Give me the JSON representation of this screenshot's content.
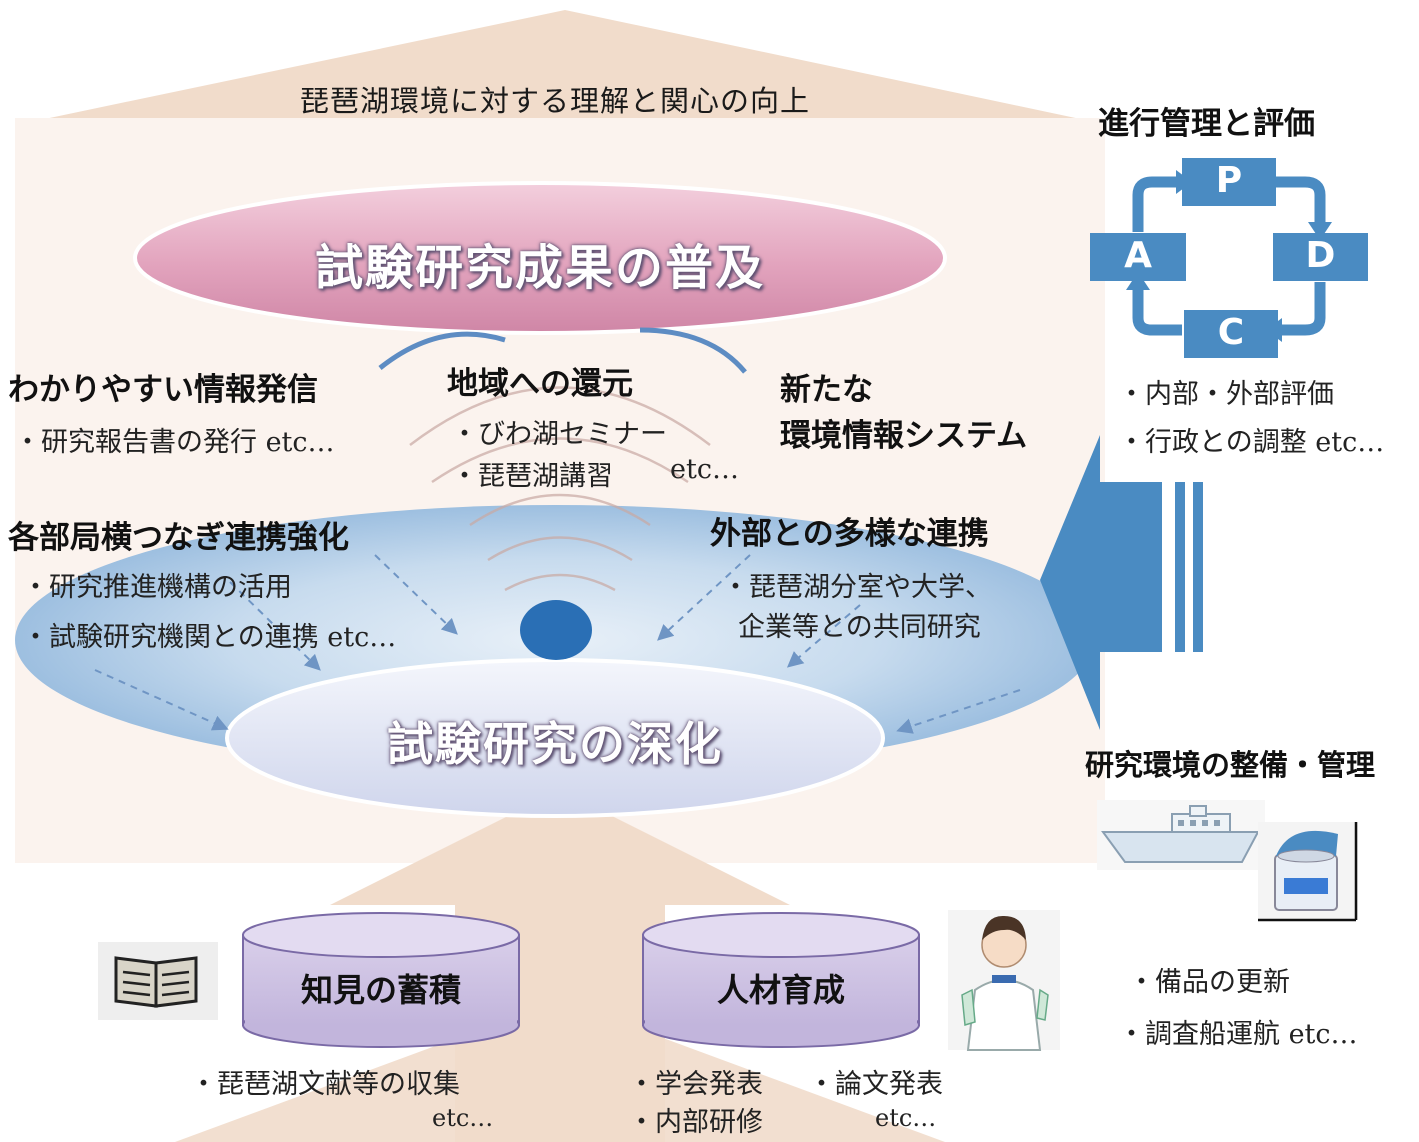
{
  "header": {
    "goal": "琵琶湖環境に対する理解と関心の向上"
  },
  "ovals": {
    "top": "試験研究成果の普及",
    "bottom": "試験研究の深化"
  },
  "sections": {
    "info": {
      "title": "わかりやすい情報発信",
      "items": [
        "・研究報告書の発行 etc…"
      ]
    },
    "region": {
      "title": "地域への還元",
      "items": [
        "・びわ湖セミナー",
        "・琵琶湖講習",
        "etc…"
      ]
    },
    "system": {
      "title_line1": "新たな",
      "title_line2": "環境情報システム"
    },
    "cross": {
      "title": "各部局横つなぎ連携強化",
      "items": [
        "・研究推進機構の活用",
        "・試験研究機関との連携 etc…"
      ]
    },
    "external": {
      "title": "外部との多様な連携",
      "items": [
        "・琵琶湖分室や大学、",
        "企業等との共同研究"
      ]
    }
  },
  "management": {
    "title": "進行管理と評価",
    "pdca": [
      "P",
      "D",
      "C",
      "A"
    ],
    "items": [
      "・内部・外部評価",
      "・行政との調整 etc…"
    ]
  },
  "environment": {
    "title": "研究環境の整備・管理",
    "items": [
      "・備品の更新",
      "・調査船運航 etc…"
    ]
  },
  "foundations": {
    "knowledge": {
      "label": "知見の蓄積",
      "items": [
        "・琵琶湖文献等の収集",
        "etc…"
      ]
    },
    "people": {
      "label": "人材育成",
      "items": [
        "・学会発表",
        "・論文発表",
        "・内部研修",
        "etc…"
      ]
    }
  },
  "colors": {
    "accent_blue": "#4a8bc2",
    "pink_oval": "#e3a8c0",
    "lavender": "#c9bde0",
    "peach": "#f1dccb"
  }
}
